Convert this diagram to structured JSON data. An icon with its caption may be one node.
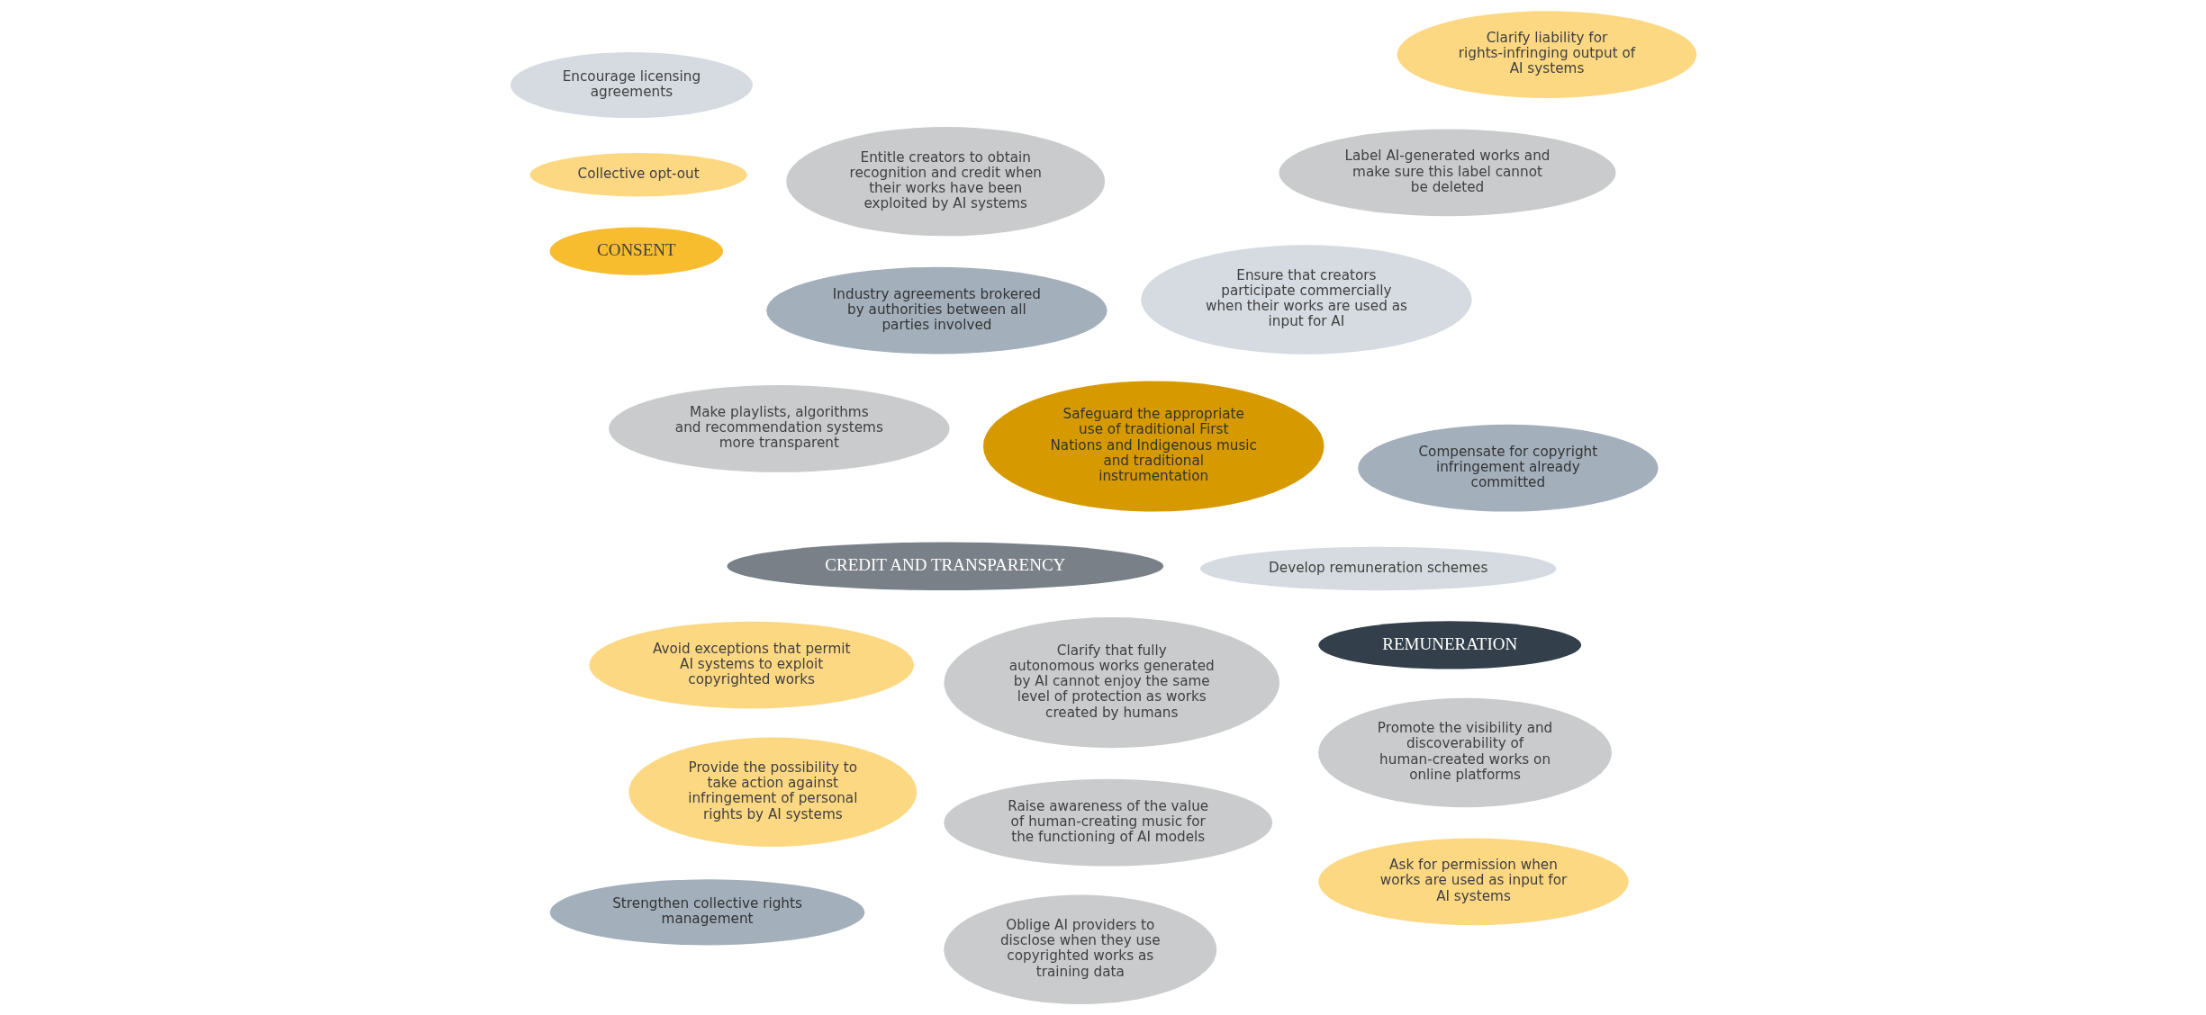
{
  "diagram": {
    "nodes": [
      {
        "text": [
          "Encourage licensing agreements"
        ]
      },
      {
        "text": [
          "Develop remuneration schemes"
        ]
      },
      {
        "text": [
          "Strengthen collective rights management"
        ]
      },
      {
        "text": [
          "Ensure that creators participate commercially when their works are used as input for AI"
        ]
      },
      {
        "text": [
          "REMUNERATION"
        ]
      },
      {
        "text": [
          "Compensate for copyright infringement already committed"
        ]
      },
      {
        "text": [
          "Industry agreements brokered by authorities between all parties involved"
        ]
      },
      {
        "text": [
          "Entitle creators to obtain recognition and credit when their works have been exploited by AI systems"
        ]
      },
      {
        "text": [
          "Provide the possibility to take action against infringement of personal rights by AI systems"
        ]
      },
      {
        "text": [
          "Ask for permission when works are used as input for AI systems"
        ]
      },
      {
        "text": [
          "Raise awareness of the value of human-creating music for the functioning of AI models"
        ]
      },
      {
        "text": [
          "Promote the visibility and discoverability of human-created works on online platforms"
        ]
      },
      {
        "text": [
          "Collective opt-out"
        ]
      },
      {
        "text": [
          "CONSENT"
        ]
      },
      {
        "text": [
          "Oblige AI providers to disclose when they use copyrighted works as training data"
        ]
      },
      {
        "text": [
          "CREDIT AND TRANSPARENCY"
        ]
      },
      {
        "text": [
          "Label AI-generated works and make sure this label cannot be deleted"
        ]
      },
      {
        "text": [
          "Safeguard the appropriate use of traditional First Nations and Indigenous music and traditional instrumentation"
        ]
      },
      {
        "text": [
          "Clarify liability for rights-infringing output of AI systems"
        ]
      },
      {
        "text": [
          "Clarify that fully autonomous works generated by AI cannot enjoy the same level of protection as works created by humans"
        ]
      },
      {
        "text": [
          "Make playlists, algorithms and recommendation systems more transparent"
        ]
      },
      {
        "text": [
          "Avoid exceptions that permit AI systems to exploit copyrighted works"
        ]
      }
    ],
    "edges": []
  }
}
